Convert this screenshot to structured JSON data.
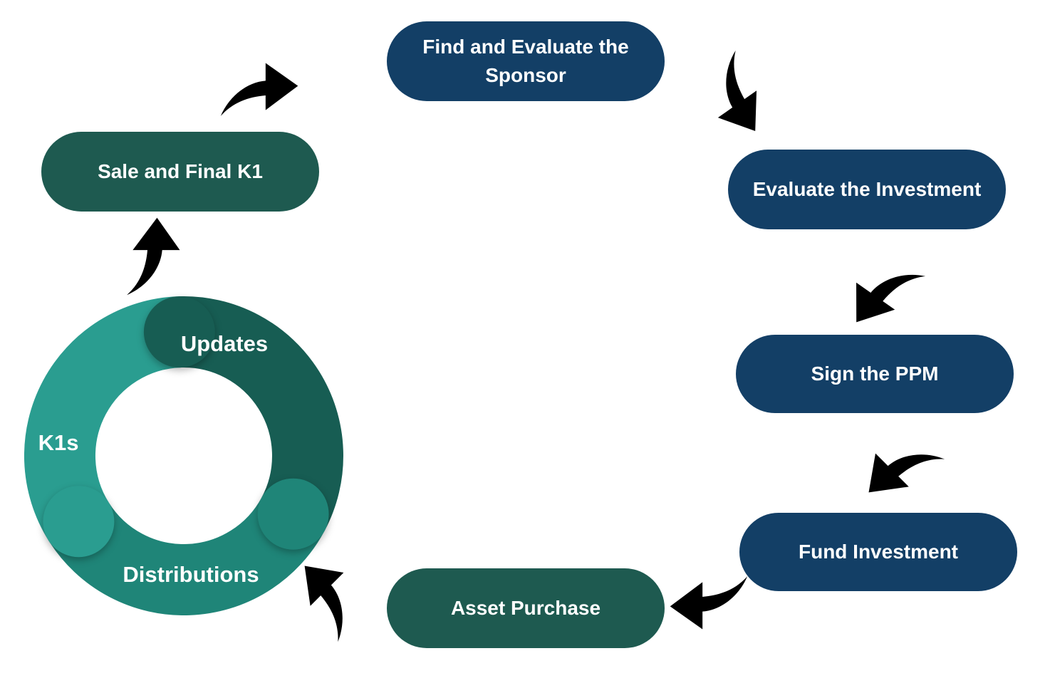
{
  "palette": {
    "navy": "#133f66",
    "teal": "#1e5a50",
    "cycle_dark": "#175d53",
    "cycle_mid": "#1f8578",
    "cycle_light": "#2a9d90",
    "arrow": "#000000",
    "label_text": "#ffffff",
    "background": "#ffffff"
  },
  "stages": [
    {
      "id": "find-sponsor",
      "label": "Find and Evaluate the Sponsor",
      "color": "navy"
    },
    {
      "id": "evaluate-investment",
      "label": "Evaluate the Investment",
      "color": "navy"
    },
    {
      "id": "sign-ppm",
      "label": "Sign the PPM",
      "color": "navy"
    },
    {
      "id": "fund-investment",
      "label": "Fund Investment",
      "color": "navy"
    },
    {
      "id": "asset-purchase",
      "label": "Asset Purchase",
      "color": "teal"
    },
    {
      "id": "sale-final-k1",
      "label": "Sale and Final K1",
      "color": "teal"
    }
  ],
  "cycle": {
    "segments": [
      {
        "id": "updates",
        "label": "Updates",
        "color_key": "cycle_dark"
      },
      {
        "id": "distributions",
        "label": "Distributions",
        "color_key": "cycle_mid"
      },
      {
        "id": "k1s",
        "label": "K1s",
        "color_key": "cycle_light"
      }
    ]
  },
  "arrows": [
    {
      "name": "arrow-sale-to-find"
    },
    {
      "name": "arrow-find-to-evaluate"
    },
    {
      "name": "arrow-evaluate-to-sign"
    },
    {
      "name": "arrow-sign-to-fund"
    },
    {
      "name": "arrow-fund-to-asset"
    },
    {
      "name": "arrow-asset-to-cycle"
    },
    {
      "name": "arrow-cycle-to-sale"
    }
  ]
}
